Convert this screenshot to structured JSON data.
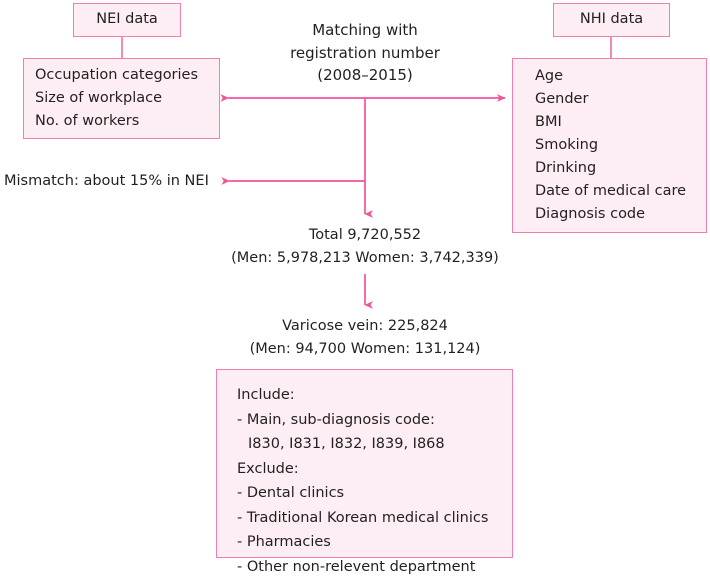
{
  "diagram": {
    "title": "Study population flow diagram",
    "colors": {
      "box_fill": "#fceef4",
      "box_border": "#ef7fae",
      "arrow": "#f2539b",
      "text": "#231f20",
      "background": "#ffffff"
    },
    "nei_data_box": {
      "label": "NEI data"
    },
    "nhi_data_box": {
      "label": "NHI data"
    },
    "nei_detail_box": {
      "lines": [
        "Occupation categories",
        "Size of workplace",
        "No. of workers"
      ]
    },
    "nhi_detail_box": {
      "lines": [
        "Age",
        "Gender",
        "BMI",
        "Smoking",
        "Drinking",
        "Date of medical care",
        "Diagnosis code"
      ]
    },
    "matching_label": {
      "lines": [
        "Matching with",
        "registration number",
        "(2008–2015)"
      ]
    },
    "mismatch_label": {
      "text": "Mismatch: about 15% in NEI"
    },
    "total_label": {
      "lines": [
        "Total 9,720,552",
        "(Men: 5,978,213   Women: 3,742,339)"
      ]
    },
    "varicose_label": {
      "lines": [
        "Varicose vein: 225,824",
        "(Men: 94,700   Women: 131,124)"
      ]
    },
    "criteria_box": {
      "lines": [
        "Include:",
        "- Main, sub-diagnosis code:",
        "I830, I831, I832, I839, I868",
        "Exclude:",
        "- Dental clinics",
        "- Traditional Korean medical clinics",
        "- Pharmacies",
        "- Other non-relevent department"
      ],
      "indented_line_indexes": [
        2
      ]
    },
    "connectors": [
      {
        "name": "nei-header-to-detail-connector",
        "type": "line"
      },
      {
        "name": "nhi-header-to-detail-connector",
        "type": "line"
      },
      {
        "name": "matching-bidirectional-arrow",
        "type": "double-arrow"
      },
      {
        "name": "matching-trunk-line",
        "type": "line"
      },
      {
        "name": "mismatch-arrow",
        "type": "arrow-left"
      },
      {
        "name": "total-down-arrow",
        "type": "arrow-down"
      },
      {
        "name": "varicose-down-arrow",
        "type": "arrow-down"
      },
      {
        "name": "varicose-to-criteria-line",
        "type": "line"
      }
    ]
  }
}
